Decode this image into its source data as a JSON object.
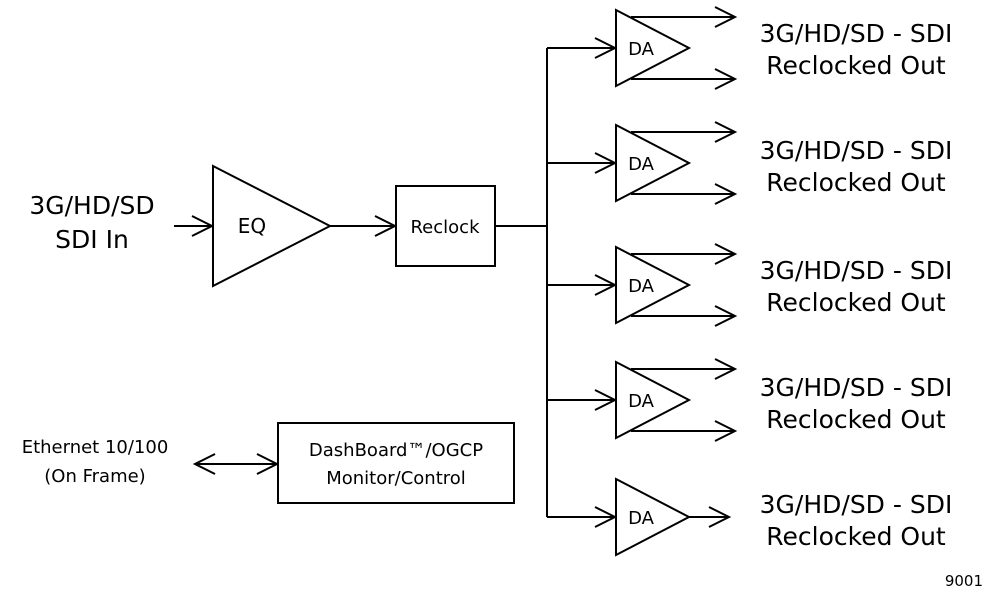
{
  "input": {
    "line1": "3G/HD/SD",
    "line2": "SDI In"
  },
  "eq": {
    "label": "EQ"
  },
  "reclock": {
    "label": "Reclock"
  },
  "da_label": "DA",
  "outputs": [
    {
      "line1": "3G/HD/SD - SDI",
      "line2": "Reclocked Out"
    },
    {
      "line1": "3G/HD/SD - SDI",
      "line2": "Reclocked Out"
    },
    {
      "line1": "3G/HD/SD - SDI",
      "line2": "Reclocked Out"
    },
    {
      "line1": "3G/HD/SD - SDI",
      "line2": "Reclocked Out"
    },
    {
      "line1": "3G/HD/SD - SDI",
      "line2": "Reclocked Out"
    }
  ],
  "ethernet": {
    "line1": "Ethernet 10/100",
    "line2": "(On Frame)"
  },
  "dashboard": {
    "line1": "DashBoard™/OGCP",
    "line2": "Monitor/Control"
  },
  "figure_number": "9001"
}
